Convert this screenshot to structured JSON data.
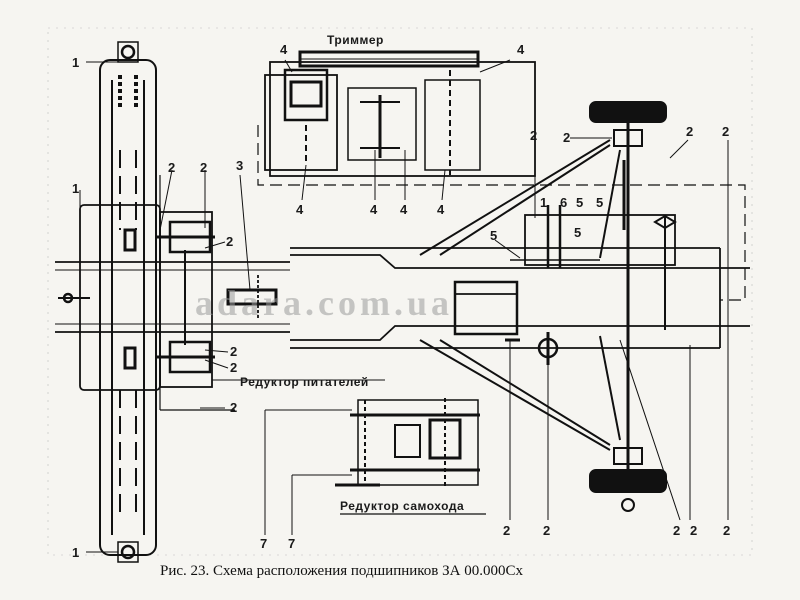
{
  "title": "Триммер",
  "gear_labels": {
    "feeder_reducer": "Редуктор питателей",
    "drive_reducer": "Редуктор самохода"
  },
  "callouts": {
    "c1": "1",
    "c2": "2",
    "c3": "3",
    "c4": "4",
    "c5": "5",
    "c6": "6",
    "c7": "7"
  },
  "watermark": "adara.com.ua",
  "caption": "Рис. 23. Схема расположения подшипников ЗА 00.000Сх"
}
